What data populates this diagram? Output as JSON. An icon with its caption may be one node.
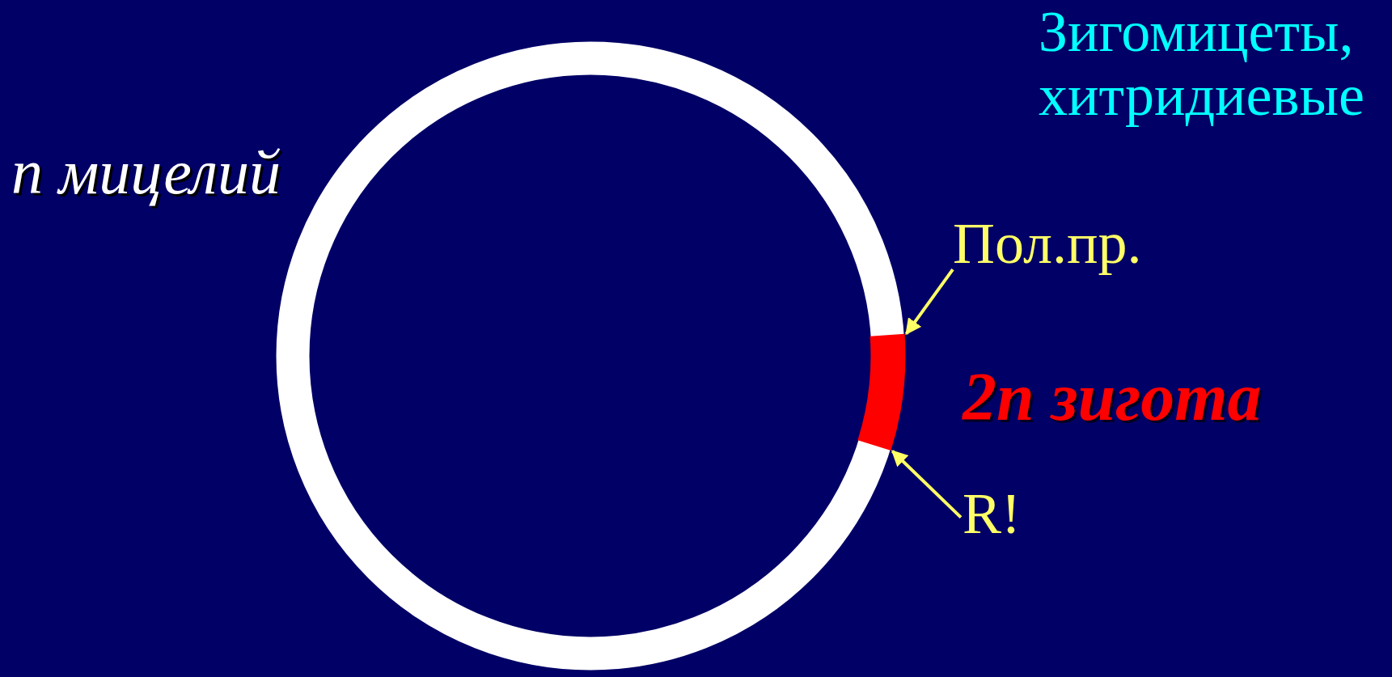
{
  "diagram": {
    "title": "Зигомицеты, хитридиевые",
    "nodes": [
      {
        "text": [],
        "shape": "circle",
        "beside": [
          "n мицелий"
        ]
      },
      {
        "text": [],
        "shape": "bar",
        "beside": [
          "2n зигота"
        ]
      },
      {
        "text": [
          "Пол.пр."
        ]
      },
      {
        "text": [
          "R!"
        ]
      }
    ],
    "edges": [
      {
        "from": 2,
        "to": 1,
        "arrow": "to"
      },
      {
        "from": 3,
        "to": 1,
        "arrow": "to"
      }
    ]
  }
}
